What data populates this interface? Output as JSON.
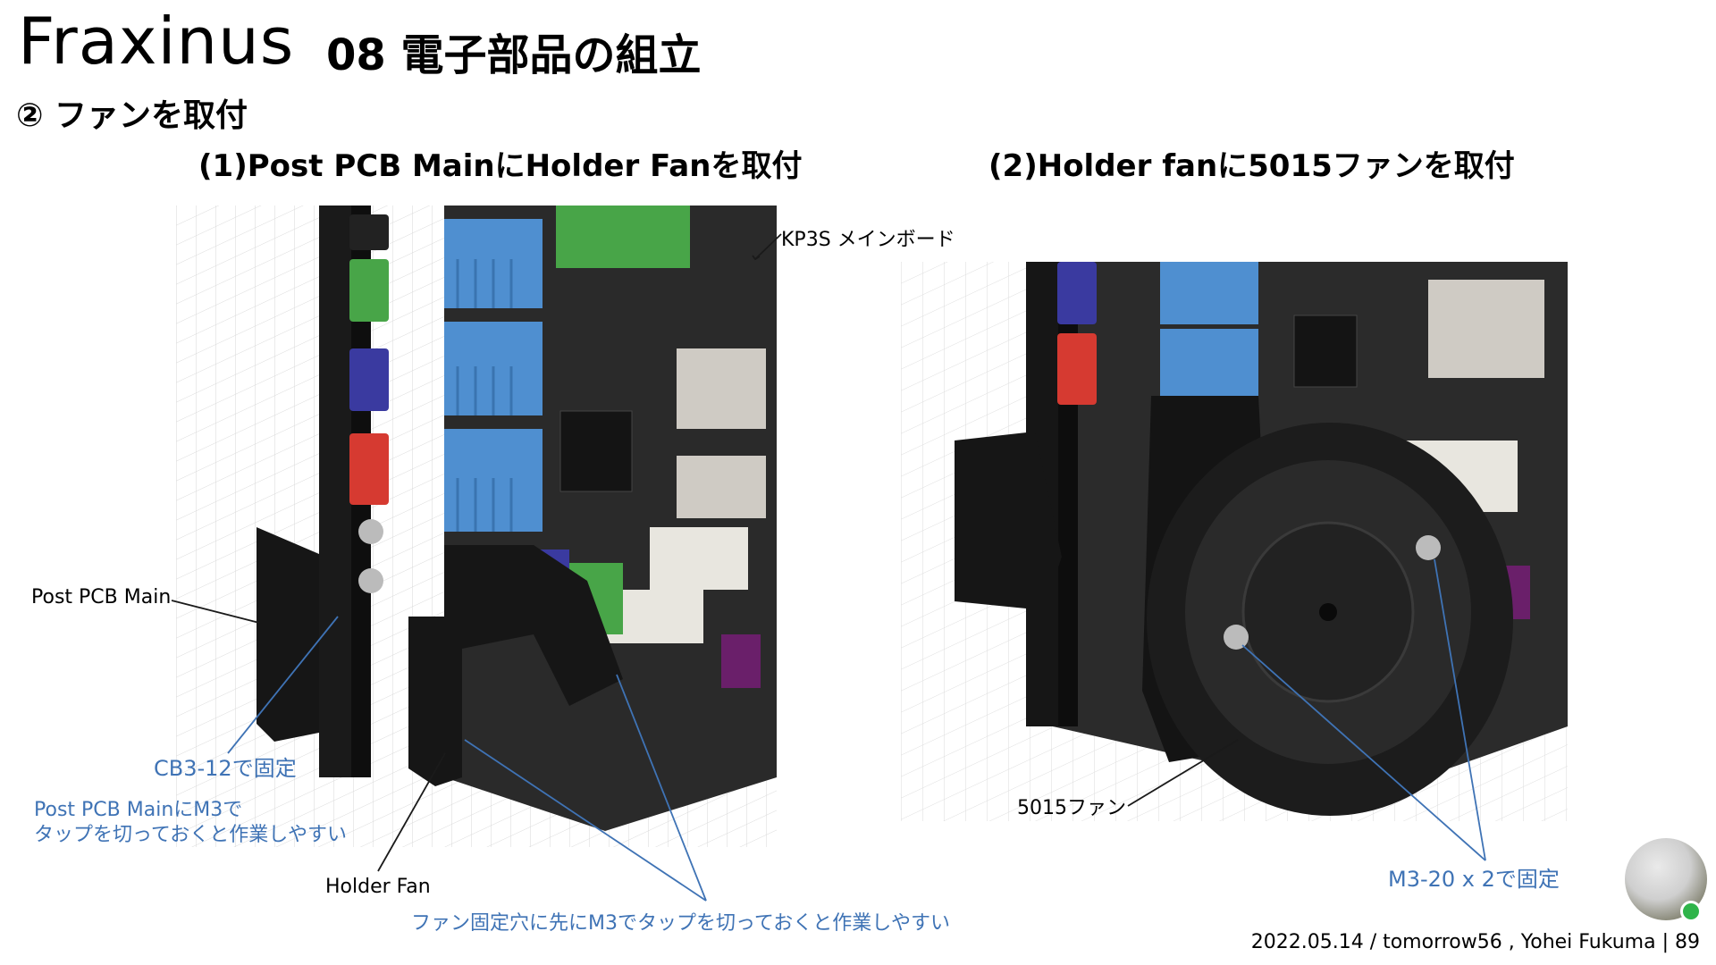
{
  "header": {
    "title": "Fraxinus",
    "subtitle": "08 電子部品の組立",
    "section": "② ファンを取付"
  },
  "steps": [
    {
      "label": "(1)Post PCB MainにHolder Fanを取付"
    },
    {
      "label": "(2)Holder fanに5015ファンを取付"
    }
  ],
  "annotations": {
    "kp3s": "KP3S メインボード",
    "post_pcb_main": "Post PCB Main",
    "cb3_fix": "CB3-12で固定",
    "tap_tip_line1": "Post PCB MainにM3で",
    "tap_tip_line2": "タップを切っておくと作業しやすい",
    "holder_fan": "Holder Fan",
    "fan_hole_tip": "ファン固定穴に先にM3でタップを切っておくと作業しやすい",
    "fan_5015": "5015ファン",
    "m3_fix": "M3-20 x 2で固定"
  },
  "footer": {
    "credit": "2022.05.14 / tomorrow56 , Yohei Fukuma | 89"
  },
  "colors": {
    "accent_blue": "#3f73b5",
    "heatsink_blue": "#4f8fd0",
    "connector_green": "#48a548",
    "connector_red": "#d63a31",
    "connector_purple": "#3a3aa0",
    "frame_black": "#1c1c1c",
    "status_green": "#2fb44a"
  }
}
